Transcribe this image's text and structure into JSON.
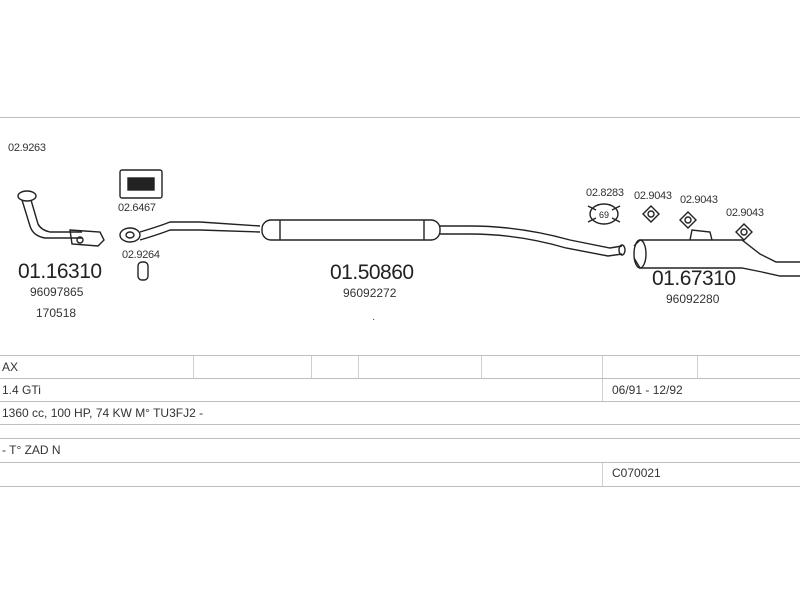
{
  "parts": {
    "p1": {
      "code": "01.16310",
      "ref1": "96097865",
      "ref2": "170518"
    },
    "p2": {
      "code": "01.50860",
      "ref1": "96092272"
    },
    "p3": {
      "code": "01.67310",
      "ref1": "96092280"
    },
    "small": {
      "a": "02.9263",
      "b": "02.6467",
      "c": "02.9264",
      "d": "02.8283",
      "e": "02.9043",
      "f": "02.9043",
      "g": "02.9043"
    },
    "clamp_label": "69"
  },
  "table": {
    "model": "AX",
    "version": "1.4 GTi",
    "period": "06/91 - 12/92",
    "engine": "1360 cc, 100 HP, 74 KW M° TU3FJ2 -",
    "type": "- T° ZAD N",
    "code": "C070021"
  }
}
